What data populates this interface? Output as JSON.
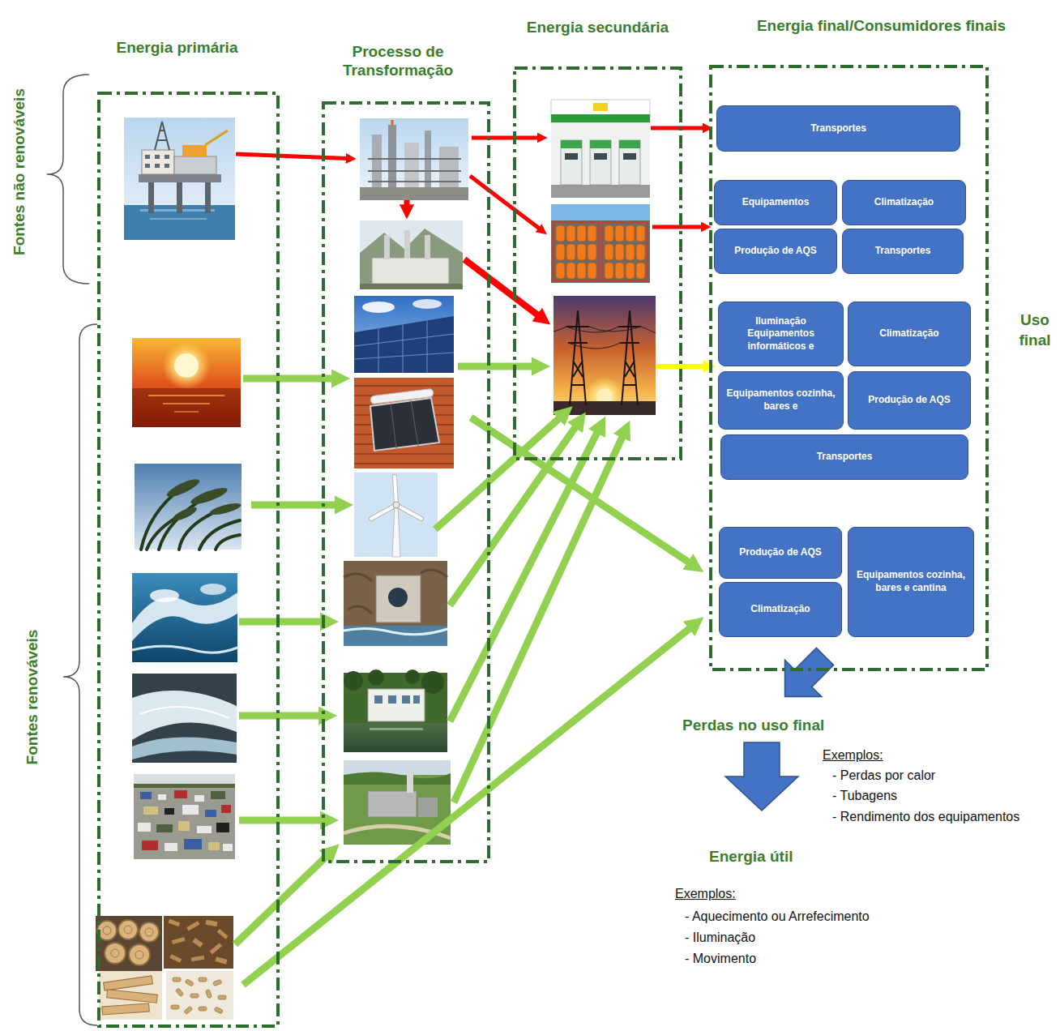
{
  "diagram": {
    "nodes": [
      {
        "text": [
          "Energia primária"
        ]
      },
      {
        "text": [
          "Processo de Transformação"
        ]
      },
      {
        "text": [
          "Energia secundária"
        ]
      },
      {
        "text": [
          "Energia final/Consumidores finais"
        ]
      },
      {
        "text": [
          "Transportes"
        ],
        "in": 3
      },
      {
        "text": [
          "Equipamentos"
        ],
        "in": 3
      },
      {
        "text": [
          "Climatização"
        ],
        "in": 3
      },
      {
        "text": [
          "Produção de AQS"
        ],
        "in": 3
      },
      {
        "text": [
          "Transportes"
        ],
        "in": 3
      },
      {
        "text": [
          "Iluminação Equipamentos informáticos e"
        ],
        "in": 3
      },
      {
        "text": [
          "Climatização"
        ],
        "in": 3
      },
      {
        "text": [
          "Equipamentos cozinha, bares e"
        ],
        "in": 3
      },
      {
        "text": [
          "Produção de AQS"
        ],
        "in": 3
      },
      {
        "text": [
          "Transportes"
        ],
        "in": 3
      },
      {
        "text": [
          "Produção de AQS"
        ],
        "in": 3
      },
      {
        "text": [
          "Equipamentos cozinha, bares e cantina"
        ],
        "in": 3
      },
      {
        "text": [
          "Climatização"
        ],
        "in": 3
      }
    ],
    "labels": [
      "Fontes não renováveis",
      "Fontes renováveis",
      "Uso final",
      "Perdas no uso final",
      "Exemplos:",
      "- Perdas por calor",
      "- Tubagens",
      "- Rendimento dos equipamentos",
      "Energia útil",
      "Exemplos:",
      "- Aquecimento ou Arrefecimento",
      "- Iluminação",
      "- Movimento"
    ]
  }
}
